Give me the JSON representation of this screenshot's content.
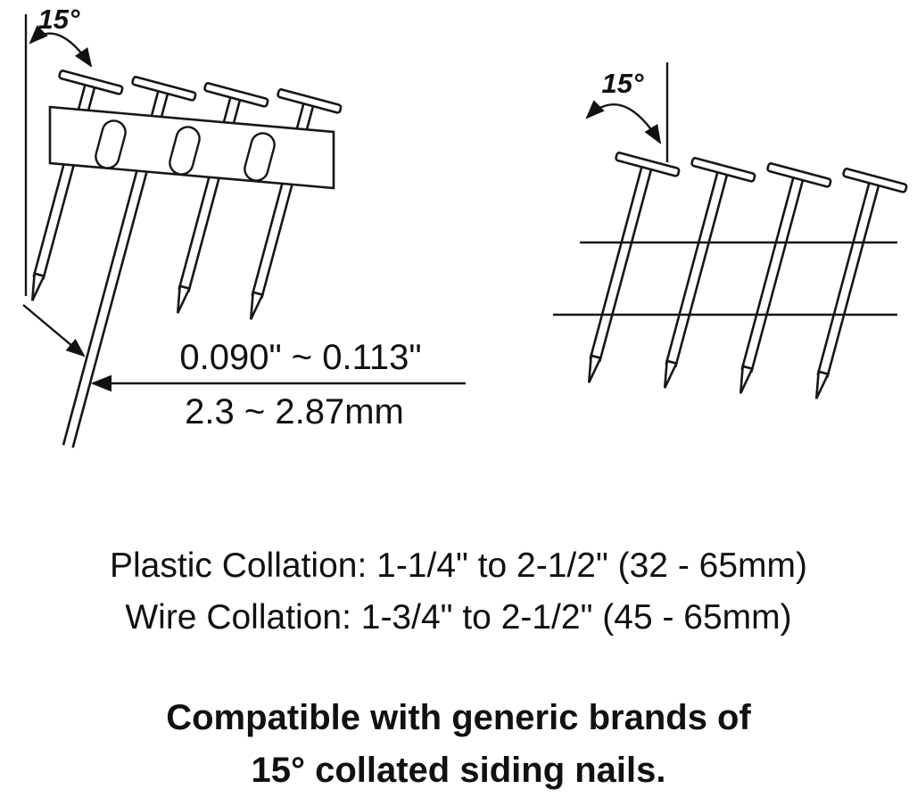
{
  "colors": {
    "ink": "#111111",
    "background": "#ffffff"
  },
  "left_diagram": {
    "type": "plastic-collated-nails",
    "angle_label": "15°",
    "diameter_inches": "0.090\" ~ 0.113\"",
    "diameter_mm": "2.3 ~ 2.87mm"
  },
  "right_diagram": {
    "type": "wire-collated-nails",
    "angle_label": "15°"
  },
  "specs": {
    "plastic_collation": "Plastic Collation: 1-1/4\" to 2-1/2\" (32 - 65mm)",
    "wire_collation": "Wire Collation: 1-3/4\" to 2-1/2\" (45 - 65mm)"
  },
  "compatibility": {
    "line1": "Compatible with generic brands of",
    "line2": "15° collated siding nails."
  }
}
